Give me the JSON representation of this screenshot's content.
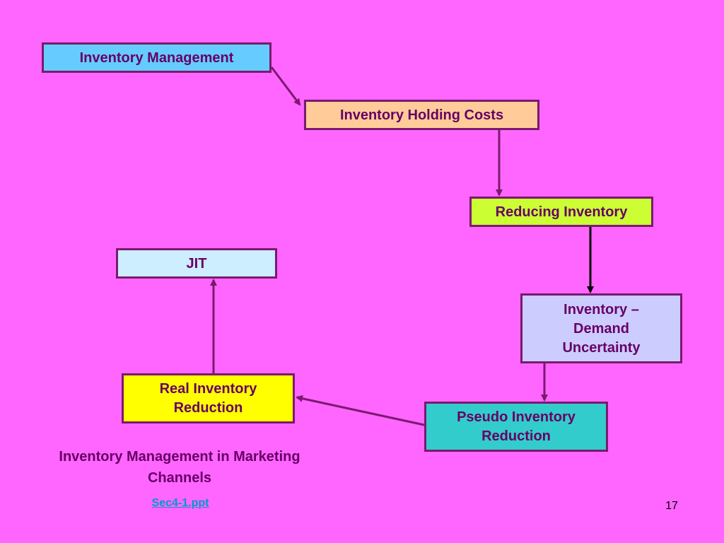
{
  "boxes": {
    "inventory_management": "Inventory Management",
    "holding_costs": "Inventory Holding Costs",
    "reducing_inventory": "Reducing Inventory",
    "jit": "JIT",
    "demand_uncertainty": [
      "Inventory –",
      "Demand",
      "Uncertainty"
    ],
    "real_reduction": [
      "Real Inventory",
      "Reduction"
    ],
    "pseudo_reduction": [
      "Pseudo Inventory",
      "Reduction"
    ]
  },
  "caption": [
    "Inventory Management in Marketing",
    "Channels"
  ],
  "link_text": "Sec4-1.ppt",
  "page_number": "17",
  "colors": {
    "background": "#ff66ff",
    "text": "#660066",
    "border": "#7a1a6e",
    "inventory_management": "#66ccff",
    "holding_costs": "#ffcc99",
    "reducing_inventory": "#ccff33",
    "jit": "#cceeff",
    "demand_uncertainty": "#ccccff",
    "real_reduction": "#ffff00",
    "pseudo_reduction": "#33cccc",
    "link": "#0099cc"
  }
}
